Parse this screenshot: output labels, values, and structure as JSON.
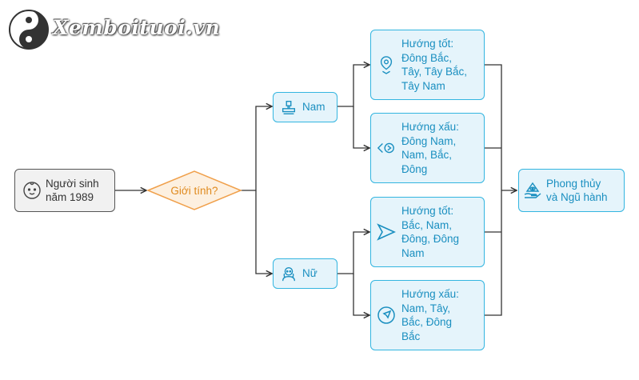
{
  "logo": {
    "text": "Xemboituoi.vn"
  },
  "start": {
    "label": "Người sinh\nnăm 1989"
  },
  "decision": {
    "label": "Giới tính?"
  },
  "male": {
    "label": "Nam"
  },
  "female": {
    "label": "Nữ"
  },
  "male_good": {
    "label": "Hướng tốt:\nĐông Bắc,\nTây, Tây Bắc,\nTây Nam"
  },
  "male_bad": {
    "label": "Hướng xấu:\nĐông Nam,\nNam, Bắc,\nĐông"
  },
  "female_good": {
    "label": "Hướng tốt:\nBắc, Nam,\nĐông, Đông\nNam"
  },
  "female_bad": {
    "label": "Hướng xấu:\nNam, Tây,\nBắc, Đông\nBắc"
  },
  "result": {
    "label": "Phong thủy\nvà Ngũ hành"
  },
  "colors": {
    "accent_blue": "#33b5e0",
    "accent_orange": "#f0a04b",
    "neutral": "#555555"
  }
}
